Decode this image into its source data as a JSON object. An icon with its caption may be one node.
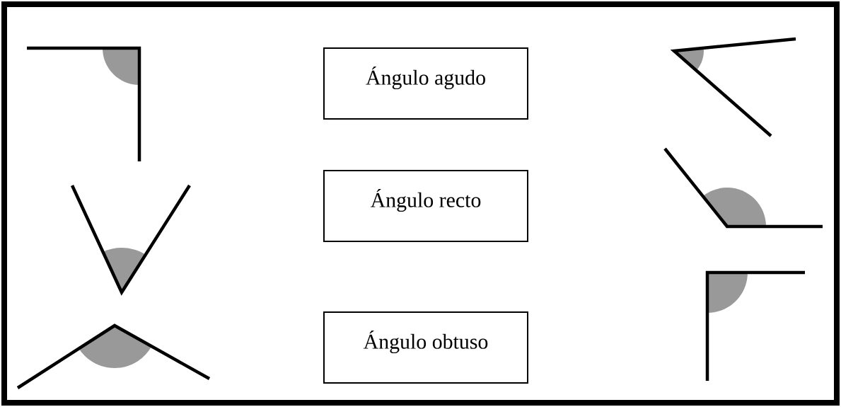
{
  "diagram": {
    "nodes": [
      {
        "text": [
          "Ángulo agudo"
        ]
      },
      {
        "text": [
          "Ángulo recto"
        ]
      },
      {
        "text": [
          "Ángulo obtuso"
        ]
      }
    ]
  }
}
